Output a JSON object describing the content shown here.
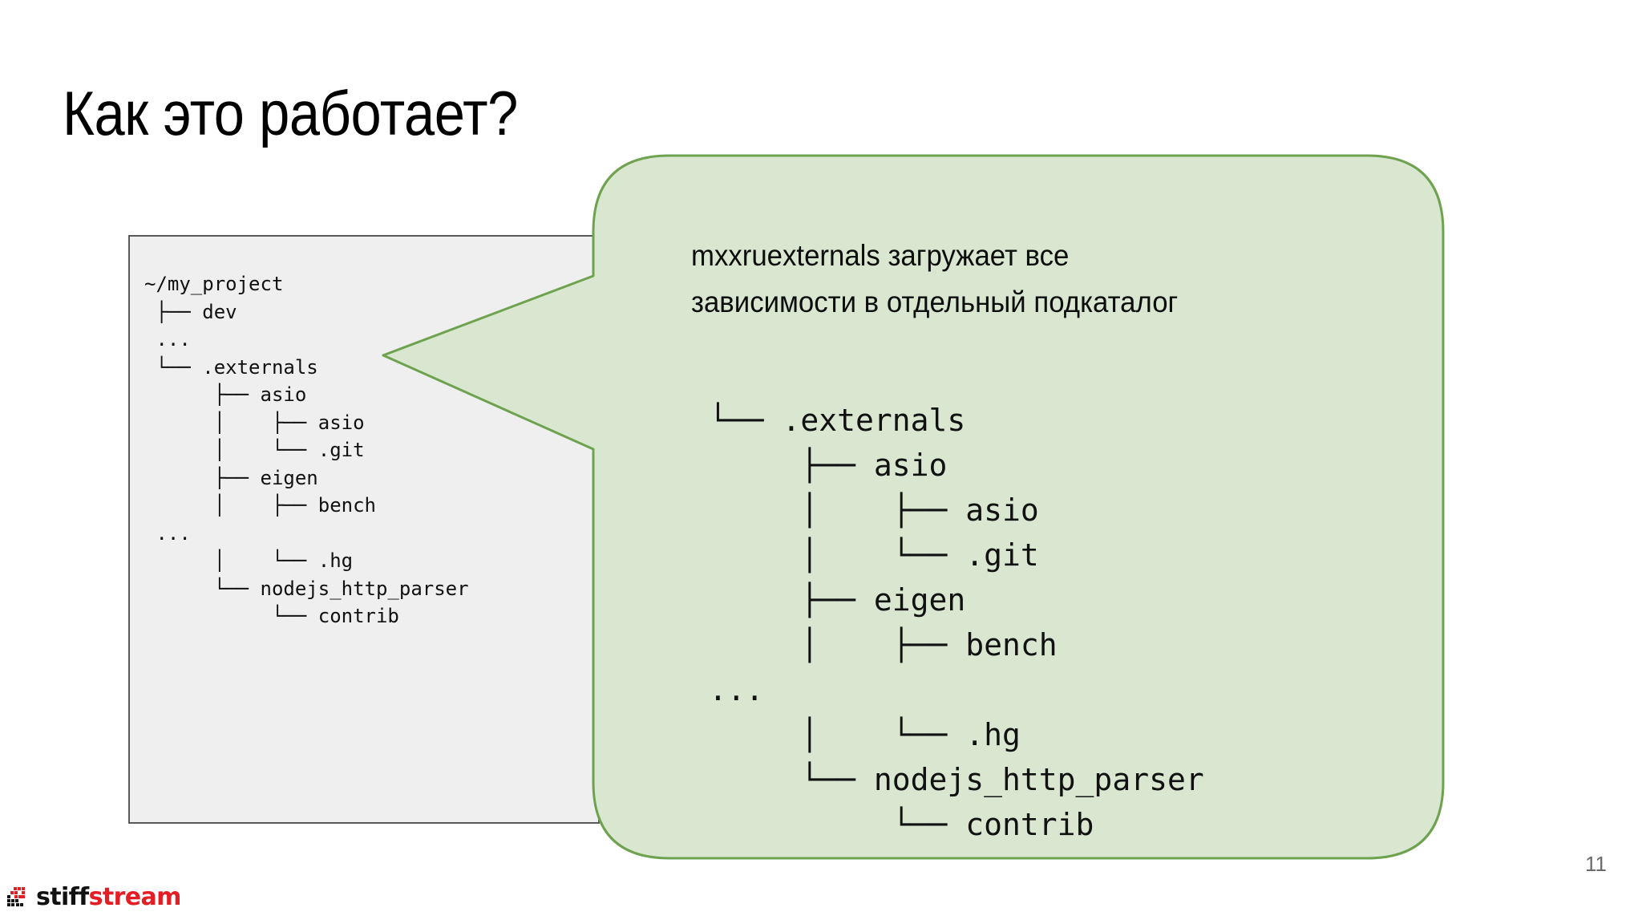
{
  "slide": {
    "title": "Как это работает?",
    "page_number": "11"
  },
  "gray_panel": {
    "name": "project-tree-panel",
    "background_color": "#efefef",
    "border_color": "#595959",
    "tree_text": "~/my_project\n ├── dev\n ...\n └── .externals\n      ├── asio\n      │    ├── asio\n      │    └── .git\n      ├── eigen\n      │    ├── bench\n ...\n      │    └── .hg\n      └── nodejs_http_parser\n           └── contrib"
  },
  "callout": {
    "name": "explanation-callout",
    "fill_color": "#d9e7d1",
    "border_color": "#6ea24f",
    "text": "mxxruexternals загружает все\nзависимости в отдельный подкаталог",
    "tree_text": "└── .externals\n     ├── asio\n     │    ├── asio\n     │    └── .git\n     ├── eigen\n     │    ├── bench\n...\n     │    └── .hg\n     └── nodejs_http_parser\n          └── contrib"
  },
  "footer": {
    "logo_icon": "pixel-grid-icon",
    "logo_text_primary": "stiff",
    "logo_text_secondary": "stream",
    "logo_color_primary": "#111111",
    "logo_color_secondary": "#e31e24"
  }
}
